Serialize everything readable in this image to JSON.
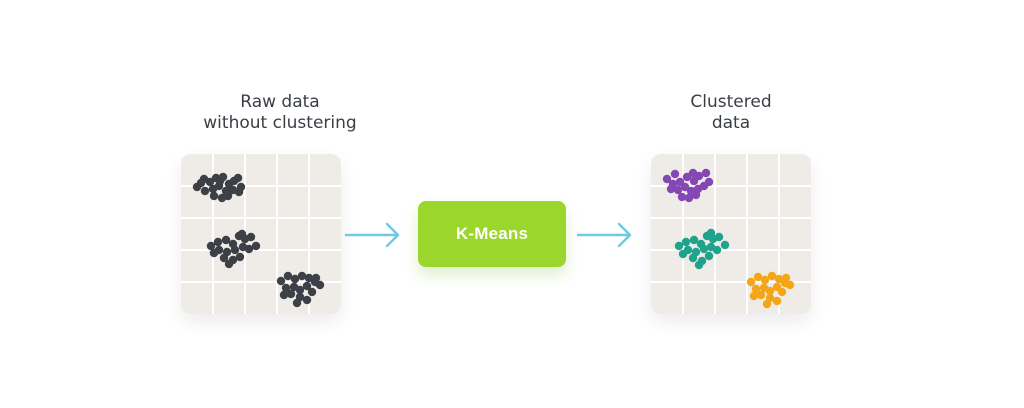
{
  "raw_panel": {
    "caption_lines": [
      "Raw data",
      "without clustering"
    ],
    "point_color": "#3d4046",
    "clusters": [
      {
        "points": [
          [
            16,
            33
          ],
          [
            23,
            25
          ],
          [
            29,
            28
          ],
          [
            35,
            24
          ],
          [
            42,
            23
          ],
          [
            48,
            30
          ],
          [
            53,
            27
          ],
          [
            57,
            24
          ],
          [
            60,
            33
          ],
          [
            24,
            37
          ],
          [
            32,
            35
          ],
          [
            38,
            32
          ],
          [
            45,
            37
          ],
          [
            52,
            36
          ],
          [
            58,
            38
          ],
          [
            33,
            42
          ],
          [
            41,
            44
          ],
          [
            47,
            42
          ],
          [
            20,
            29
          ],
          [
            39,
            27
          ]
        ]
      },
      {
        "points": [
          [
            30,
            92
          ],
          [
            37,
            88
          ],
          [
            45,
            86
          ],
          [
            52,
            90
          ],
          [
            58,
            82
          ],
          [
            64,
            85
          ],
          [
            70,
            83
          ],
          [
            75,
            92
          ],
          [
            38,
            96
          ],
          [
            46,
            98
          ],
          [
            54,
            96
          ],
          [
            62,
            93
          ],
          [
            68,
            95
          ],
          [
            43,
            104
          ],
          [
            52,
            106
          ],
          [
            59,
            103
          ],
          [
            48,
            110
          ],
          [
            61,
            80
          ],
          [
            33,
            99
          ]
        ]
      },
      {
        "points": [
          [
            100,
            127
          ],
          [
            107,
            122
          ],
          [
            114,
            125
          ],
          [
            121,
            122
          ],
          [
            128,
            124
          ],
          [
            134,
            128
          ],
          [
            139,
            131
          ],
          [
            105,
            134
          ],
          [
            113,
            133
          ],
          [
            119,
            136
          ],
          [
            126,
            132
          ],
          [
            131,
            138
          ],
          [
            110,
            140
          ],
          [
            119,
            143
          ],
          [
            126,
            146
          ],
          [
            116,
            149
          ],
          [
            135,
            124
          ],
          [
            103,
            141
          ]
        ]
      }
    ]
  },
  "clustered_panel": {
    "caption_lines": [
      "Clustered",
      "data"
    ],
    "clusters": [
      {
        "color": "#8447b3",
        "points": [
          [
            16,
            25
          ],
          [
            22,
            30
          ],
          [
            29,
            28
          ],
          [
            36,
            23
          ],
          [
            43,
            27
          ],
          [
            48,
            22
          ],
          [
            55,
            19
          ],
          [
            58,
            28
          ],
          [
            20,
            35
          ],
          [
            27,
            36
          ],
          [
            34,
            33
          ],
          [
            40,
            37
          ],
          [
            47,
            35
          ],
          [
            53,
            32
          ],
          [
            31,
            43
          ],
          [
            38,
            44
          ],
          [
            45,
            41
          ],
          [
            24,
            20
          ],
          [
            42,
            19
          ]
        ]
      },
      {
        "color": "#20a38c",
        "points": [
          [
            28,
            92
          ],
          [
            35,
            88
          ],
          [
            43,
            86
          ],
          [
            50,
            90
          ],
          [
            56,
            82
          ],
          [
            62,
            85
          ],
          [
            68,
            83
          ],
          [
            74,
            91
          ],
          [
            37,
            96
          ],
          [
            45,
            98
          ],
          [
            53,
            95
          ],
          [
            60,
            93
          ],
          [
            66,
            96
          ],
          [
            42,
            104
          ],
          [
            51,
            107
          ],
          [
            58,
            102
          ],
          [
            48,
            111
          ],
          [
            60,
            79
          ],
          [
            32,
            100
          ]
        ]
      },
      {
        "color": "#f3a718",
        "points": [
          [
            100,
            128
          ],
          [
            107,
            123
          ],
          [
            114,
            126
          ],
          [
            121,
            122
          ],
          [
            128,
            125
          ],
          [
            134,
            129
          ],
          [
            139,
            131
          ],
          [
            105,
            135
          ],
          [
            113,
            134
          ],
          [
            119,
            137
          ],
          [
            126,
            133
          ],
          [
            131,
            138
          ],
          [
            110,
            141
          ],
          [
            119,
            144
          ],
          [
            126,
            147
          ],
          [
            116,
            150
          ],
          [
            135,
            124
          ],
          [
            103,
            142
          ]
        ]
      }
    ]
  },
  "grid_line_color": "#ffffff",
  "arrow_color": "#6fcbe2",
  "kmeans_label": "K-Means",
  "kmeans_color": "#9ad62c"
}
